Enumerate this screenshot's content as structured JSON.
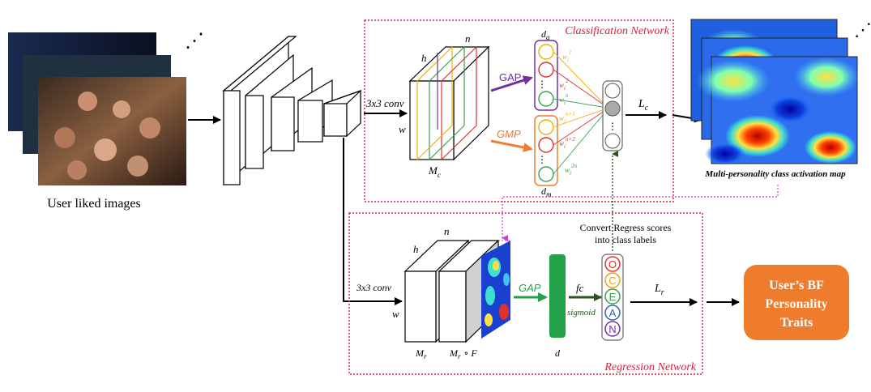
{
  "inputs": {
    "caption": "User liked images",
    "ellipsis": "⋰"
  },
  "classification": {
    "title": "Classification Network",
    "conv_label": "3x3 conv",
    "dims": {
      "h": "h",
      "w": "w",
      "n": "n"
    },
    "map_label_main": "M",
    "map_label_sub": "c",
    "gap_label": "GAP",
    "gmp_label": "GMP",
    "da_main": "d",
    "da_sub": "a",
    "dm_main": "d",
    "dm_sub": "m",
    "weights": [
      {
        "sub": "i",
        "sup": "1"
      },
      {
        "sub": "i",
        "sup": "2"
      },
      {
        "sub": "i",
        "sup": "n"
      },
      {
        "sub": "i",
        "sup": "n+1"
      },
      {
        "sub": "i",
        "sup": "n+2"
      },
      {
        "sub": "i",
        "sup": "2n"
      }
    ],
    "weight_main": "w",
    "loss_main": "L",
    "loss_sub": "c",
    "vdots": "⋮"
  },
  "cam": {
    "caption": "Multi-personality class activation map",
    "ellipsis": "⋰"
  },
  "regression": {
    "title": "Regression Network",
    "conv_label": "3x3 conv",
    "dims": {
      "h": "h",
      "w": "w",
      "n": "n"
    },
    "mr_main": "M",
    "mr_sub": "r",
    "mrf_main": "M",
    "mrf_sub": "r",
    "mrf_tail": "∘  F",
    "gap_label": "GAP",
    "d_label": "d",
    "fc_label": "fc",
    "sigmoid_label": "sigmoid",
    "convert_line1": "Convert Regress scores",
    "convert_line2": "into class labels",
    "ocean": [
      "O",
      "C",
      "E",
      "A",
      "N"
    ],
    "loss_main": "L",
    "loss_sub": "r"
  },
  "output": {
    "line1": "User’s BF",
    "line2": "Personality",
    "line3": "Traits"
  },
  "colors": {
    "red_dashed": "#d4213d",
    "gap_purple": "#7030a0",
    "gmp_orange": "#ed7d31",
    "reg_green": "#22a04a",
    "output_orange": "#ef7b2c",
    "ocean": [
      "#e03030",
      "#f0a020",
      "#3aa050",
      "#3060c0",
      "#7030a0"
    ]
  }
}
